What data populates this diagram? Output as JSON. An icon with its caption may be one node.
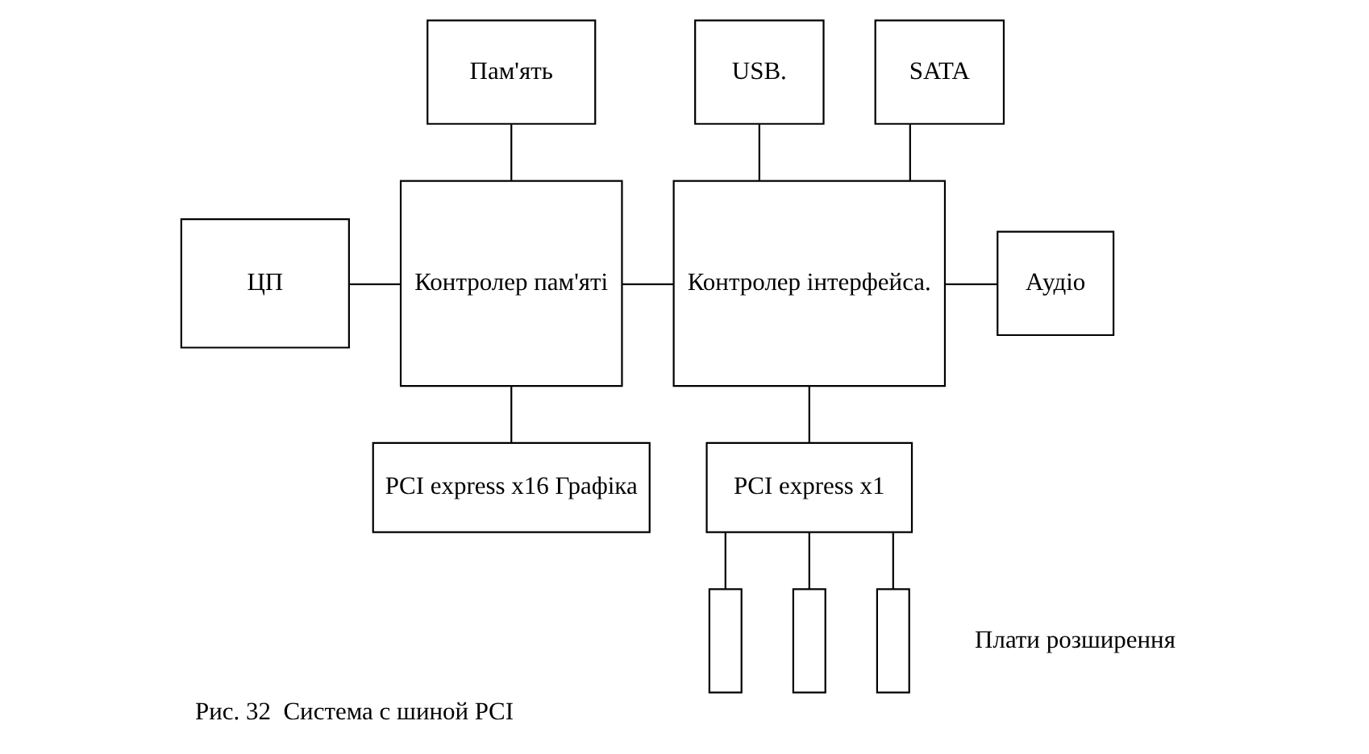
{
  "diagram": {
    "caption": "Рис. 32  Система с шиной PCI",
    "nodes": [
      {
        "text": [
          "Пам'ять"
        ]
      },
      {
        "text": [
          "USB."
        ]
      },
      {
        "text": [
          "SATA"
        ]
      },
      {
        "text": [
          "ЦП"
        ]
      },
      {
        "text": [
          "Контролер пам'яті"
        ]
      },
      {
        "text": [
          "Контролер інтерфейса."
        ]
      },
      {
        "text": [
          "Аудіо"
        ]
      },
      {
        "text": [
          "PCI express x16 Графіка"
        ]
      },
      {
        "text": [
          "PCI express x1"
        ]
      },
      {
        "text": [],
        "shape": "bar"
      },
      {
        "text": [],
        "shape": "bar"
      },
      {
        "text": [],
        "shape": "bar"
      }
    ],
    "edges": [
      {
        "from": 0,
        "to": 4,
        "arrow": "none"
      },
      {
        "from": 3,
        "to": 4,
        "arrow": "none"
      },
      {
        "from": 4,
        "to": 5,
        "arrow": "none"
      },
      {
        "from": 4,
        "to": 7,
        "arrow": "none"
      },
      {
        "from": 1,
        "to": 5,
        "arrow": "none"
      },
      {
        "from": 2,
        "to": 5,
        "arrow": "none"
      },
      {
        "from": 5,
        "to": 6,
        "arrow": "none"
      },
      {
        "from": 5,
        "to": 8,
        "arrow": "none"
      },
      {
        "from": 8,
        "to": 9,
        "arrow": "none"
      },
      {
        "from": 8,
        "to": 10,
        "arrow": "none"
      },
      {
        "from": 8,
        "to": 11,
        "arrow": "none"
      }
    ],
    "labels": [
      "Плати розширення"
    ]
  }
}
